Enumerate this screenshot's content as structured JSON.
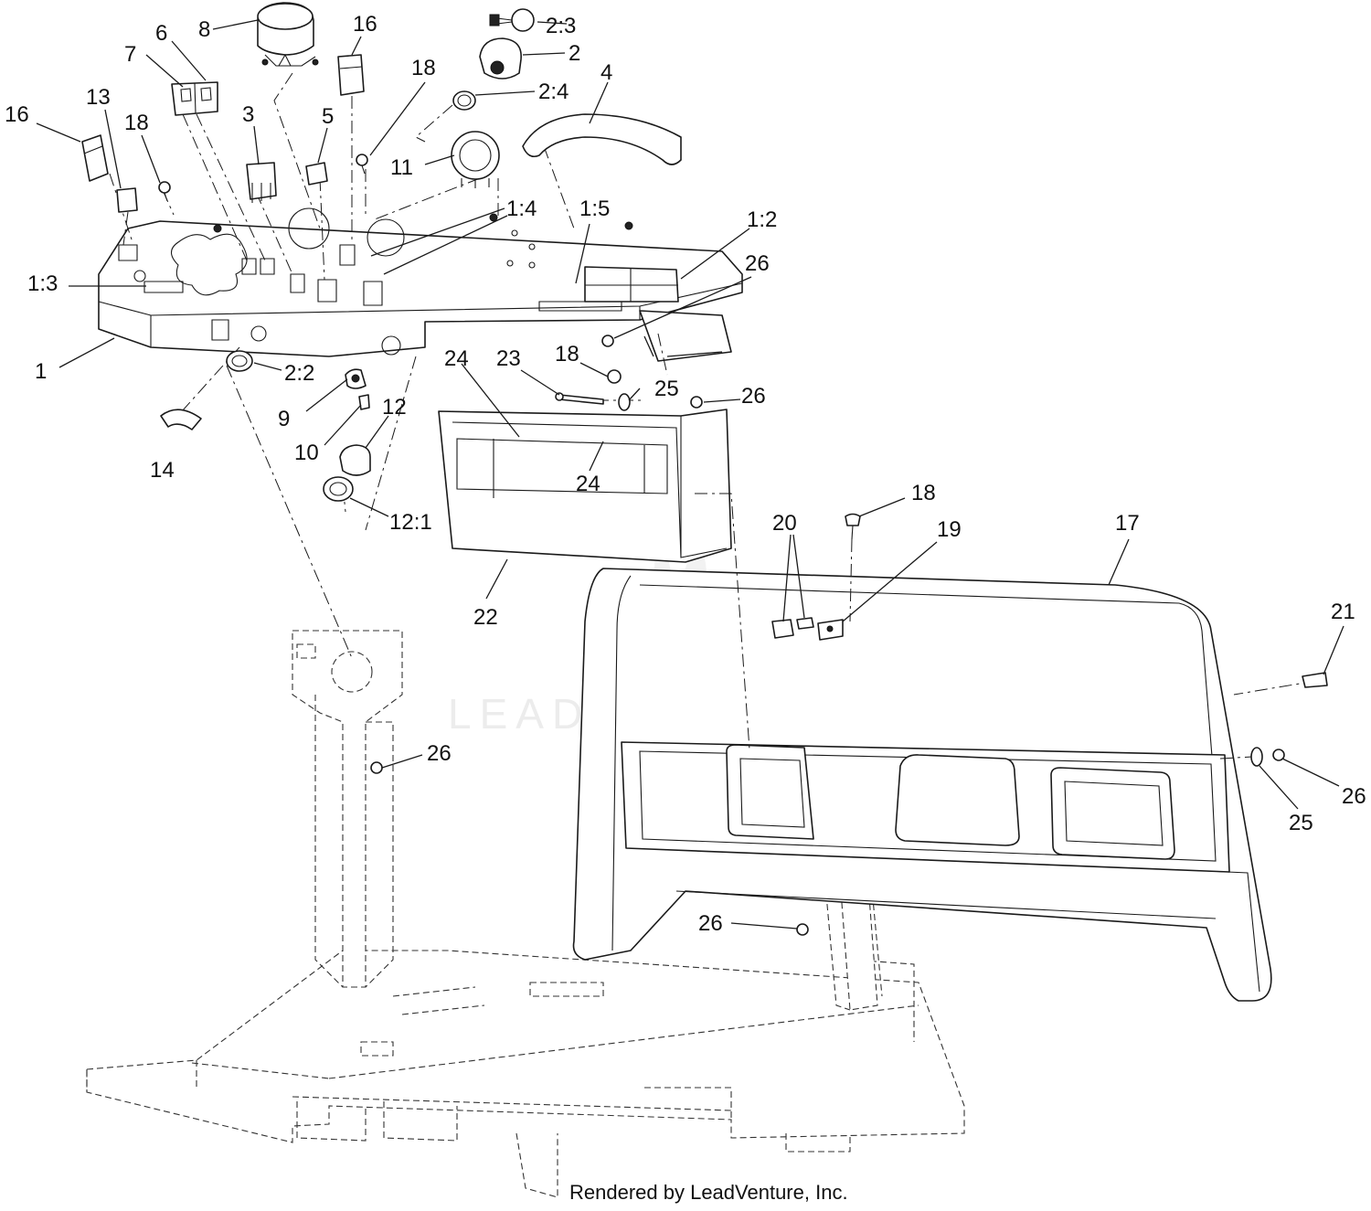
{
  "watermark": "LEADVENTURE",
  "footer": "Rendered by LeadVenture, Inc.",
  "callouts": {
    "c1": "1",
    "c1_2": "1:2",
    "c1_3": "1:3",
    "c1_4": "1:4",
    "c1_5": "1:5",
    "c2": "2",
    "c2_2": "2:2",
    "c2_3": "2:3",
    "c2_4": "2:4",
    "c3": "3",
    "c4": "4",
    "c5": "5",
    "c6": "6",
    "c7": "7",
    "c8": "8",
    "c9": "9",
    "c10": "10",
    "c11": "11",
    "c12": "12",
    "c12_1": "12:1",
    "c13": "13",
    "c14": "14",
    "c16a": "16",
    "c16b": "16",
    "c17": "17",
    "c18a": "18",
    "c18b": "18",
    "c18c": "18",
    "c18d": "18",
    "c19": "19",
    "c20": "20",
    "c21": "21",
    "c22": "22",
    "c23": "23",
    "c24a": "24",
    "c24b": "24",
    "c25a": "25",
    "c25b": "25",
    "c26a": "26",
    "c26b": "26",
    "c26c": "26",
    "c26d": "26",
    "c26e": "26"
  }
}
